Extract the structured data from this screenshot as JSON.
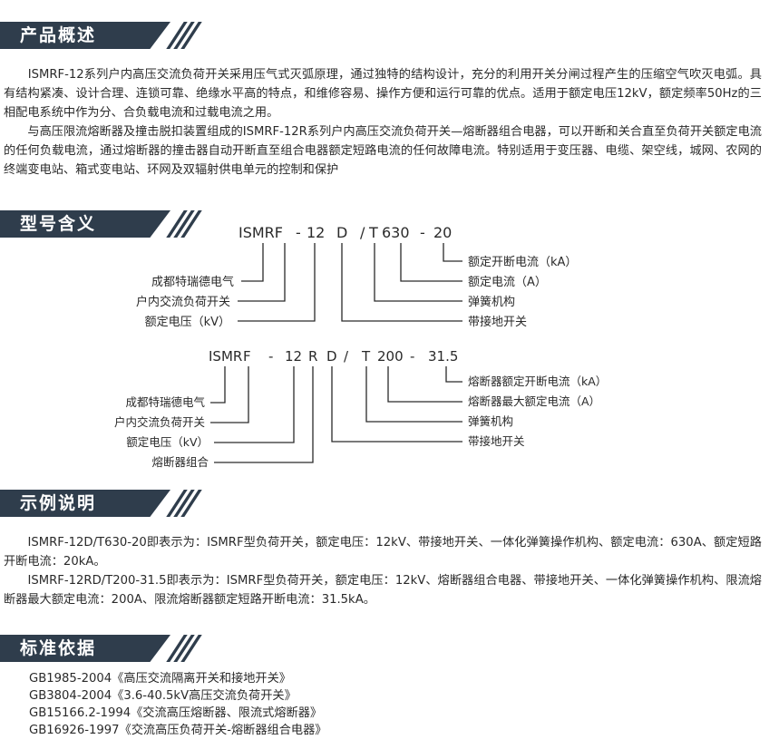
{
  "sections": {
    "overview": {
      "title": "产品概述",
      "paragraphs": [
        "　　ISMRF-12系列户内高压交流负荷开关采用压气式灭弧原理，通过独特的结构设计，充分的利用开关分闸过程产生的压缩空气吹灭电弧。具有结构紧凑、设计合理、连锁可靠、绝缘水平高的特点，和维修容易、操作方便和运行可靠的优点。适用于额定电压12kV，额定频率50Hz的三相配电系统中作为分、合负载电流和过载电流之用。",
        "　　与高压限流熔断器及撞击脱扣装置组成的ISMRF-12R系列户内高压交流负荷开关—熔断器组合电器，可以开断和关合直至负荷开关额定电流的任何负载电流，通过熔断器的撞击器自动开断直至组合电器额定短路电流的任何故障电流。特别适用于变压器、电缆、架空线，城网、农网的终端变电站、箱式变电站、环网及双辐射供电单元的控制和保护"
      ]
    },
    "model": {
      "title": "型号含义",
      "diagram1": {
        "code": [
          "ISMRF",
          "-",
          "12",
          "D",
          "/",
          "T",
          "630",
          "-",
          "20"
        ],
        "labels_left": [
          "成都特瑞德电气",
          "户内交流负荷开关",
          "额定电压（kV）"
        ],
        "labels_right": [
          "额定开断电流（kA）",
          "额定电流（A）",
          "弹簧机构",
          "带接地开关"
        ]
      },
      "diagram2": {
        "code": [
          "ISMR",
          "F",
          "-",
          "12",
          "R",
          "D",
          "/",
          "T",
          "200",
          "-",
          "31.5"
        ],
        "labels_left": [
          "成都特瑞德电气",
          "户内交流负荷开关",
          "额定电压（kV）",
          "熔断器组合"
        ],
        "labels_right": [
          "熔断器额定开断电流（kA）",
          "熔断器最大额定电流（A）",
          "弹簧机构",
          "带接地开关"
        ]
      }
    },
    "example": {
      "title": "示例说明",
      "paragraphs": [
        "　　ISMRF-12D/T630-20即表示为：ISMRF型负荷开关，额定电压：12kV、带接地开关、一体化弹簧操作机构、额定电流：630A、额定短路开断电流：20kA。",
        "　　ISMRF-12RD/T200-31.5即表示为：ISMRF型负荷开关，额定电压：12kV、熔断器组合电器、带接地开关、一体化弹簧操作机构、限流熔断器最大额定电流：200A、限流熔断器额定短路开断电流：31.5kA。"
      ]
    },
    "standards": {
      "title": "标准依据",
      "items": [
        "GB1985-2004《高压交流隔离开关和接地开关》",
        "GB3804-2004《3.6-40.5kV高压交流负荷开关》",
        "GB15166.2-1994《交流高压熔断器、限流式熔断器》",
        "GB16926-1997《交流高压负荷开关-熔断器组合电器》"
      ]
    }
  }
}
